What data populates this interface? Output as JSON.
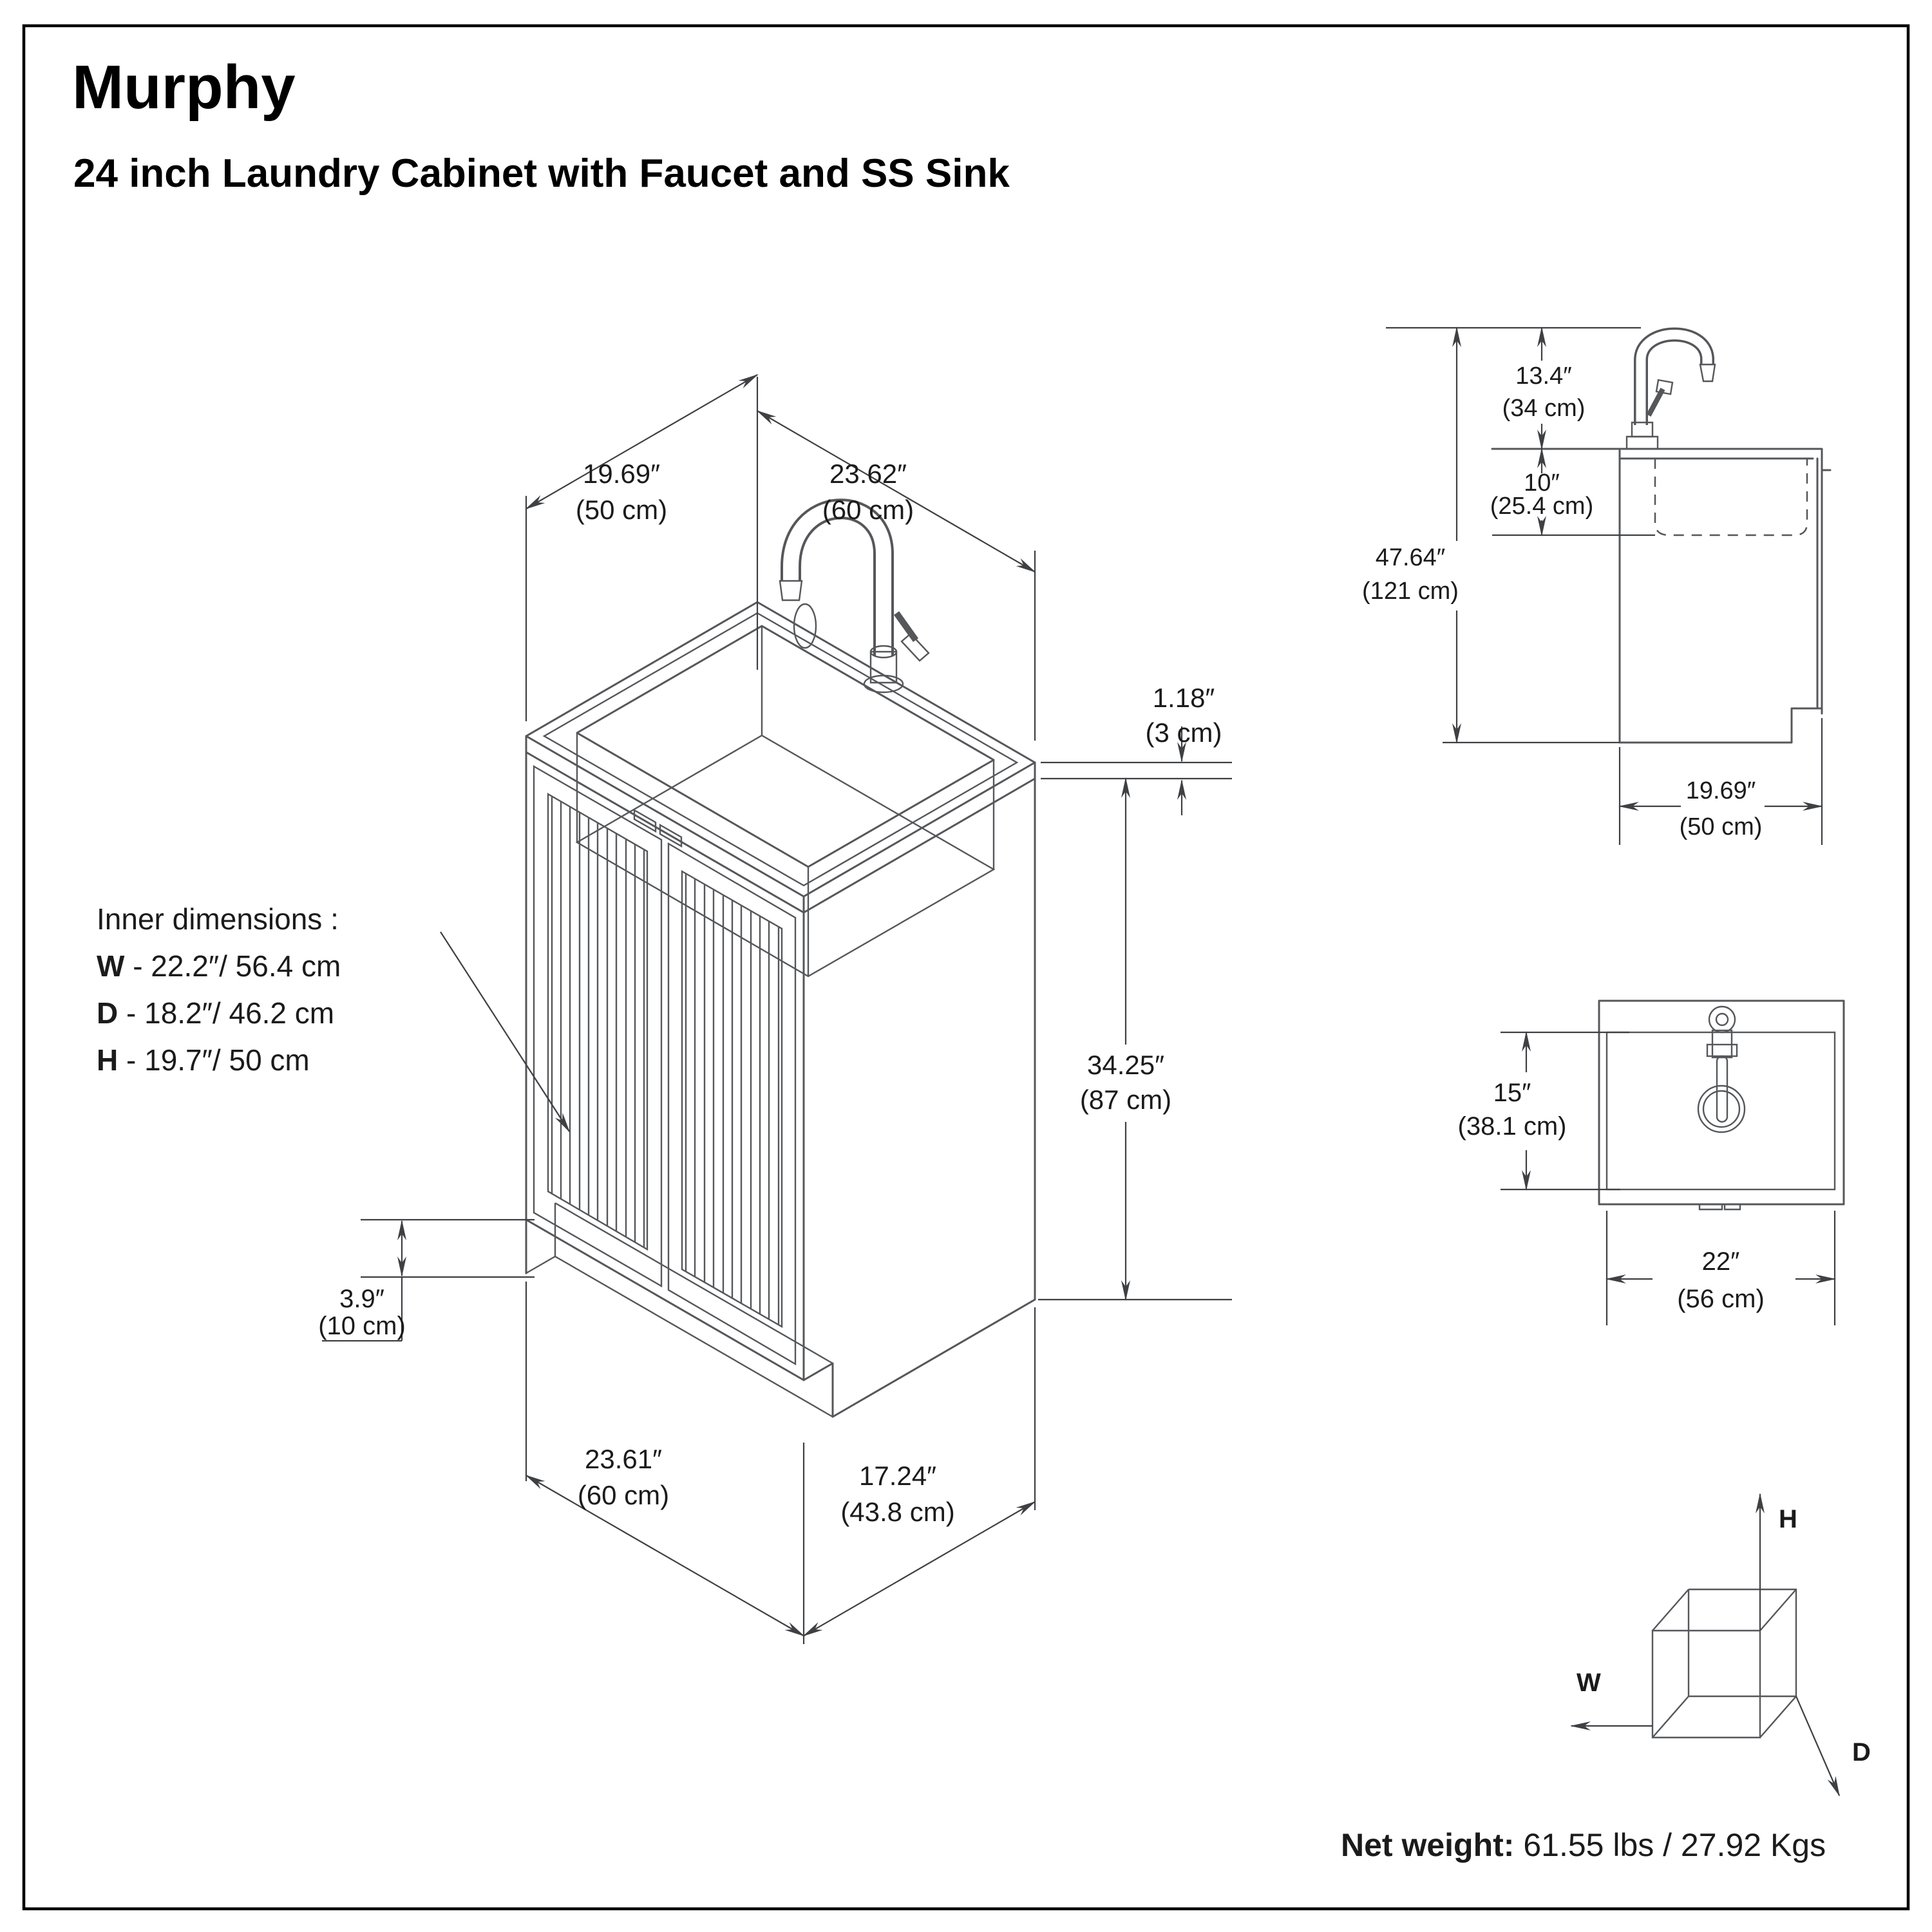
{
  "title": {
    "line1": "Murphy",
    "line2": "24 inch Laundry Cabinet with Faucet and SS Sink"
  },
  "colors": {
    "line": "#55575a",
    "dimension_line": "#3e4043",
    "text": "#1b1b1b",
    "background": "#ffffff"
  },
  "iso_view": {
    "depth_top_in": "19.69″",
    "depth_top_cm": "(50 cm)",
    "width_top_in": "23.62″",
    "width_top_cm": "(60 cm)",
    "rim_in": "1.18″",
    "rim_cm": "(3 cm)",
    "body_in": "34.25″",
    "body_cm": "(87 cm)",
    "kick_in": "3.9″",
    "kick_cm": "(10 cm)",
    "width_bottom_in": "23.61″",
    "width_bottom_cm": "(60 cm)",
    "depth_bottom_in": "17.24″",
    "depth_bottom_cm": "(43.8 cm)",
    "inner": {
      "heading": "Inner dimensions  :",
      "w_key": "W",
      "w_val": " - 22.2″/ 56.4 cm",
      "d_key": "D",
      "d_val": " - 18.2″/ 46.2 cm",
      "h_key": "H",
      "h_val": " - 19.7″/ 50 cm"
    }
  },
  "side_view": {
    "faucet_in": "13.4″",
    "faucet_cm": "(34 cm)",
    "sink_depth_in": "10″",
    "sink_depth_cm": "(25.4 cm)",
    "total_in": "47.64″",
    "total_cm": "(121 cm)",
    "depth_in": "19.69″",
    "depth_cm": "(50 cm)"
  },
  "top_view": {
    "sink_depth_in": "15″",
    "sink_depth_cm": "(38.1 cm)",
    "sink_width_in": "22″",
    "sink_width_cm": "(56 cm)"
  },
  "axes": {
    "h": "H",
    "w": "W",
    "d": "D"
  },
  "footer": {
    "label": "Net weight:",
    "value": " 61.55 lbs / 27.92 Kgs"
  }
}
